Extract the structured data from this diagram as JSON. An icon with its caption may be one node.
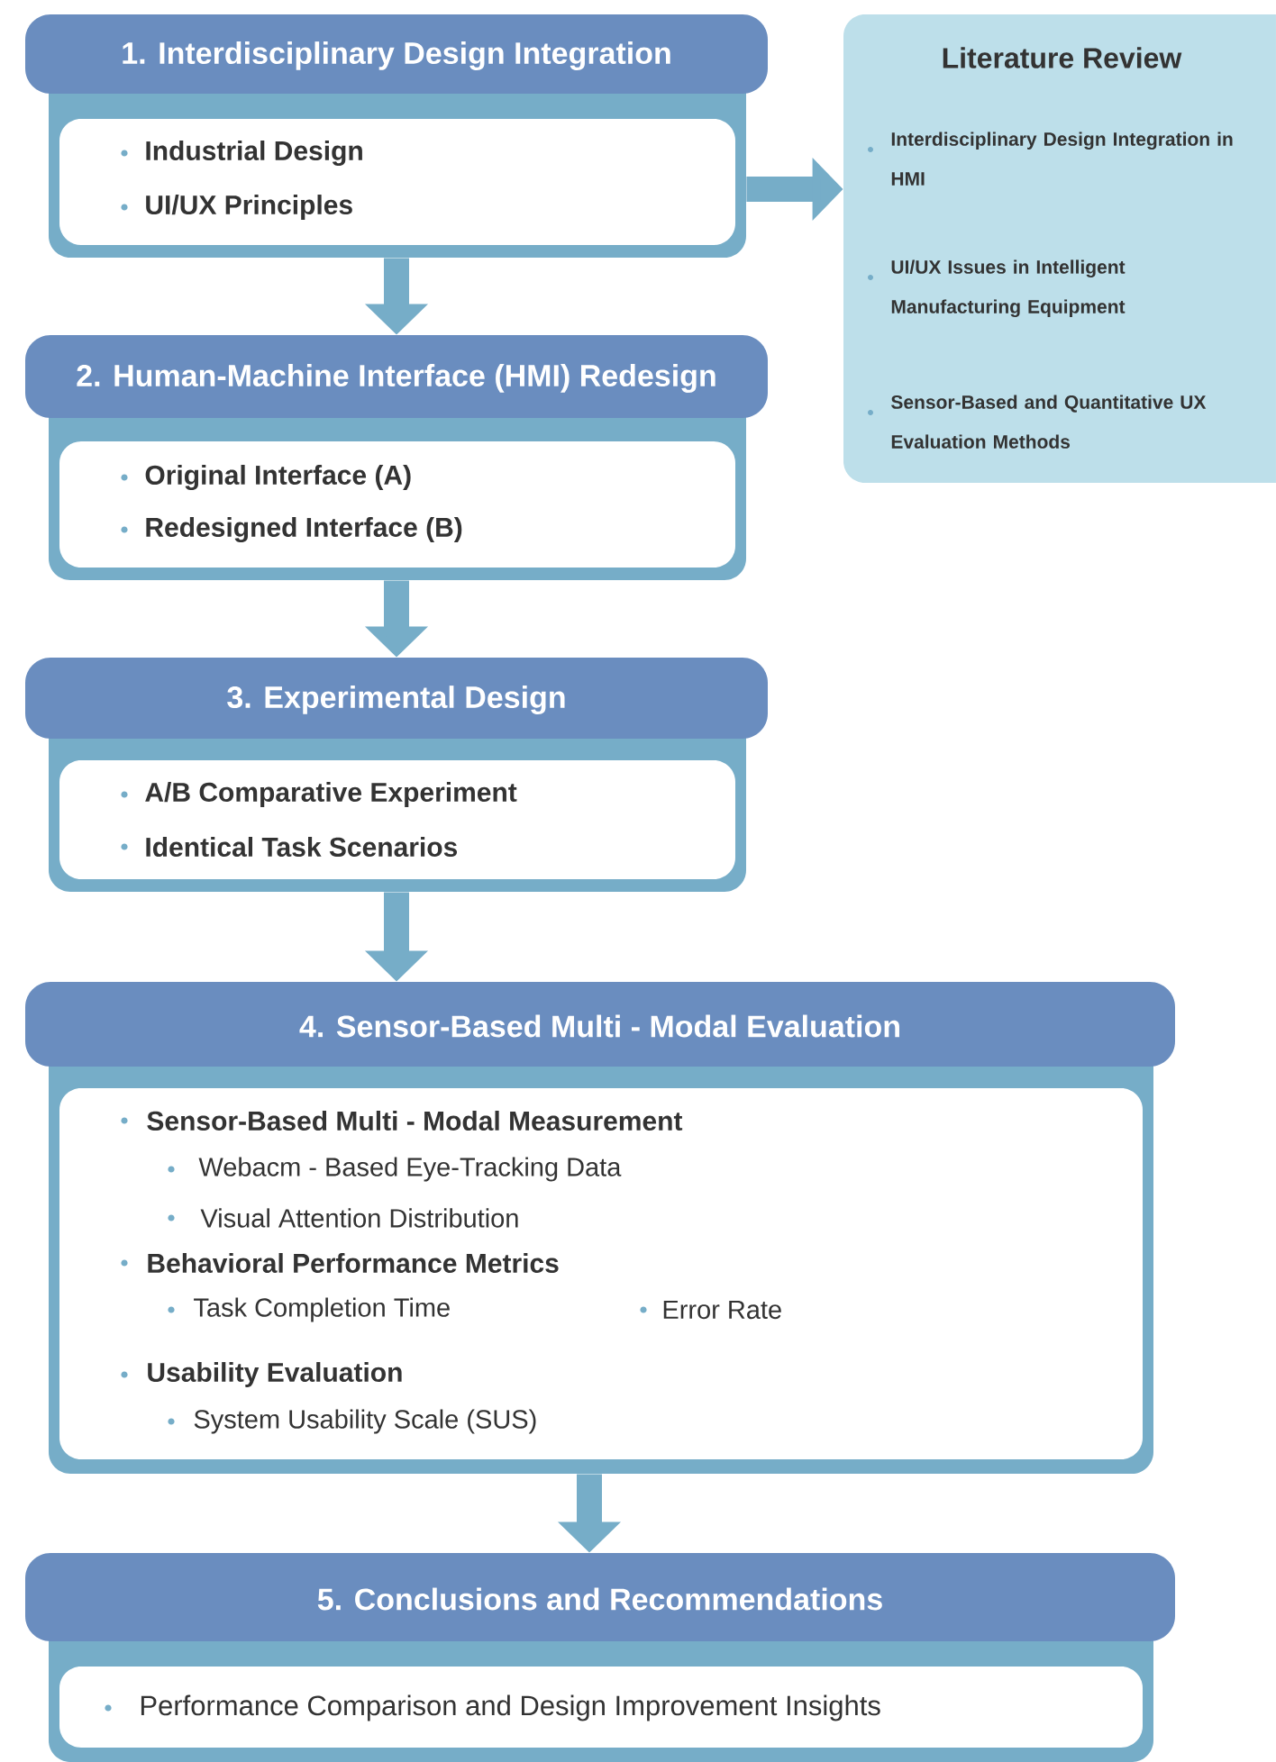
{
  "diagram": {
    "nodes": [
      {
        "text": [
          "1. Interdisciplinary Design Integration",
          "Industrial Design",
          "UI/UX Principles"
        ]
      },
      {
        "text": [
          "2. Human-Machine Interface (HMI) Redesign",
          "Original Interface (A)",
          "Redesigned Interface (B)"
        ]
      },
      {
        "text": [
          "3. Experimental Design",
          "A/B Comparative Experiment",
          "Identical Task Scenarios"
        ]
      },
      {
        "text": [
          "4. Sensor-Based Multi - Modal Evaluation",
          "Sensor-Based Multi - Modal Measurement",
          "Webacm - Based Eye-Tracking Data",
          "Visual Attention Distribution",
          "Behavioral Performance Metrics",
          "Task Completion Time",
          "Error Rate",
          "Usability Evaluation",
          "System Usability Scale (SUS)"
        ]
      },
      {
        "text": [
          "5. Conclusions and Recommendations",
          "Performance Comparison and Design Improvement Insights"
        ]
      },
      {
        "text": [
          "Literature Review",
          "Interdisciplinary Design Integration in HMI",
          "UI/UX Issues in Intelligent Manufacturing Equipment",
          "Sensor-Based and Quantitative UX Evaluation Methods"
        ]
      }
    ],
    "edges": [
      {
        "from": 0,
        "to": 1,
        "arrow": "to"
      },
      {
        "from": 1,
        "to": 2,
        "arrow": "to"
      },
      {
        "from": 2,
        "to": 3,
        "arrow": "to"
      },
      {
        "from": 3,
        "to": 4,
        "arrow": "to"
      },
      {
        "from": 0,
        "to": 5,
        "arrow": "to"
      }
    ]
  }
}
